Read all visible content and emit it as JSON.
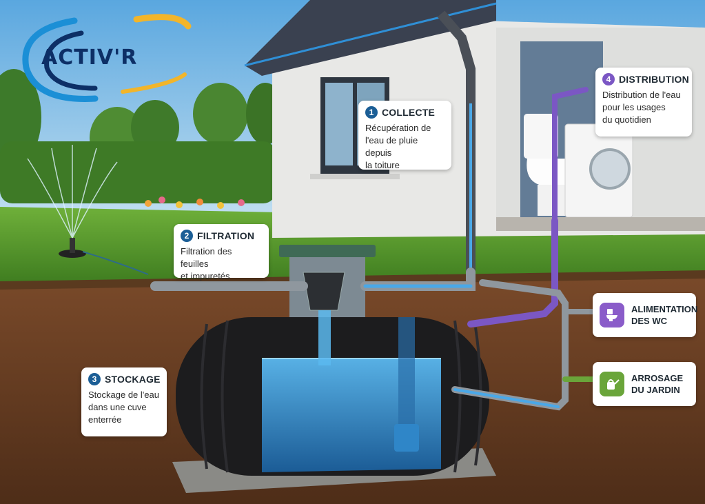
{
  "logo": {
    "text": "ACTIV'R"
  },
  "steps": [
    {
      "number": "1",
      "title": "COLLECTE",
      "lines": [
        "Récupération de",
        "l'eau de pluie depuis",
        "la toiture"
      ],
      "color": "#1b5e96"
    },
    {
      "number": "2",
      "title": "FILTRATION",
      "lines": [
        "Filtration des feuilles",
        "et impuretés"
      ],
      "color": "#1b5e96"
    },
    {
      "number": "3",
      "title": "STOCKAGE",
      "lines": [
        "Stockage de l'eau",
        "dans une cuve",
        "enterrée"
      ],
      "color": "#1b5e96"
    },
    {
      "number": "4",
      "title": "DISTRIBUTION",
      "lines": [
        "Distribution de l'eau",
        "pour les usages",
        "du quotidien"
      ],
      "color": "#7b57c4"
    }
  ],
  "uses": [
    {
      "icon": "toilet-icon",
      "lines": [
        "ALIMENTATION",
        "DES WC"
      ],
      "color": "#8a5cc9"
    },
    {
      "icon": "watering-can-icon",
      "lines": [
        "ARROSAGE",
        "DU JARDIN"
      ],
      "color": "#6aa53a"
    }
  ],
  "colors": {
    "water": "#4aa8e8",
    "purple_pipe": "#7b57c4",
    "green_pipe": "#6aa53a",
    "tank": "#1c1c1e"
  }
}
